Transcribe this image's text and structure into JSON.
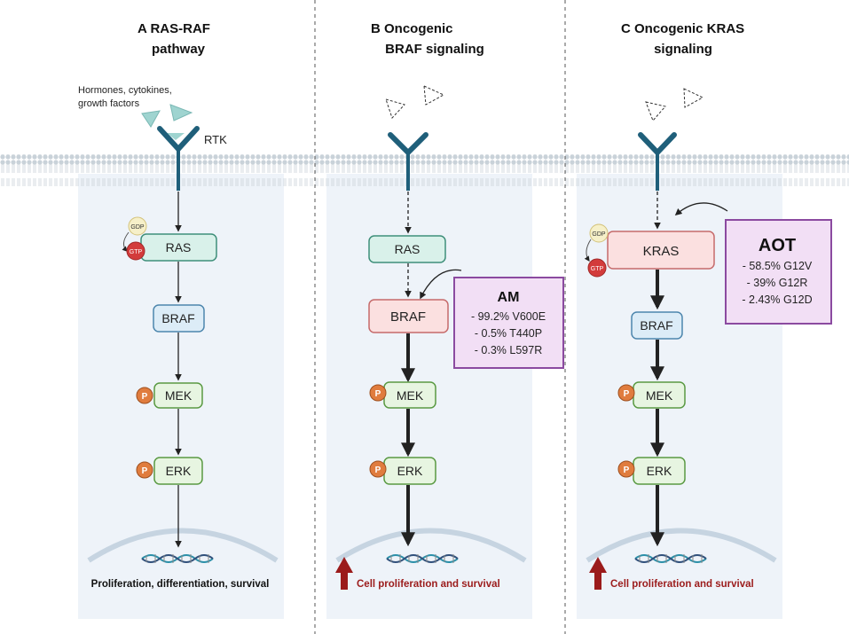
{
  "panels": {
    "a": {
      "title_line1": "A  RAS-RAF",
      "title_line2": "pathway",
      "ligand_label": "Hormones, cytokines, growth factors",
      "ligand_line1": "Hormones, cytokines,",
      "ligand_line2": "growth factors",
      "receptor_label": "RTK",
      "nodes": {
        "ras": "RAS",
        "braf": "BRAF",
        "mek": "MEK",
        "erk": "ERK"
      },
      "gdp": "GDP",
      "gtp": "GTP",
      "outcome": "Proliferation, differentiation, survival"
    },
    "b": {
      "title_line1": "B  Oncogenic",
      "title_line2": "BRAF signaling",
      "nodes": {
        "ras": "RAS",
        "braf": "BRAF",
        "mek": "MEK",
        "erk": "ERK"
      },
      "box": {
        "title": "AM",
        "lines": [
          "- 99.2% V600E",
          "- 0.5% T440P",
          "- 0.3% L597R"
        ]
      },
      "outcome": "Cell proliferation and survival"
    },
    "c": {
      "title_line1": "C  Oncogenic KRAS",
      "title_line2": "signaling",
      "nodes": {
        "kras": "KRAS",
        "braf": "BRAF",
        "mek": "MEK",
        "erk": "ERK"
      },
      "gdp": "GDP",
      "gtp": "GTP",
      "box": {
        "title": "AOT",
        "lines": [
          "- 58.5% G12V",
          "- 39% G12R",
          "- 2.43% G12D"
        ]
      },
      "outcome": "Cell proliferation and survival"
    }
  },
  "phospho_label": "P",
  "colors": {
    "membrane": "#b9c4cc",
    "cytoplasm": "#eef3f9",
    "receptor": "#1f5f7a",
    "ras_fill": "#d9f1ea",
    "ras_stroke": "#3f8f7a",
    "braf_fill": "#dcecf7",
    "braf_stroke": "#4d86ad",
    "mek_fill": "#e7f5e1",
    "mek_stroke": "#5a9a43",
    "mutant_fill": "#fbe0e0",
    "mutant_stroke": "#c66b6b",
    "phospho": "#e07c3e",
    "gtp": "#d33b3b",
    "gdp": "#f6f0c9",
    "box_fill": "#f2dff5",
    "box_stroke": "#8b4aa0",
    "up_arrow": "#9b1b1b"
  }
}
